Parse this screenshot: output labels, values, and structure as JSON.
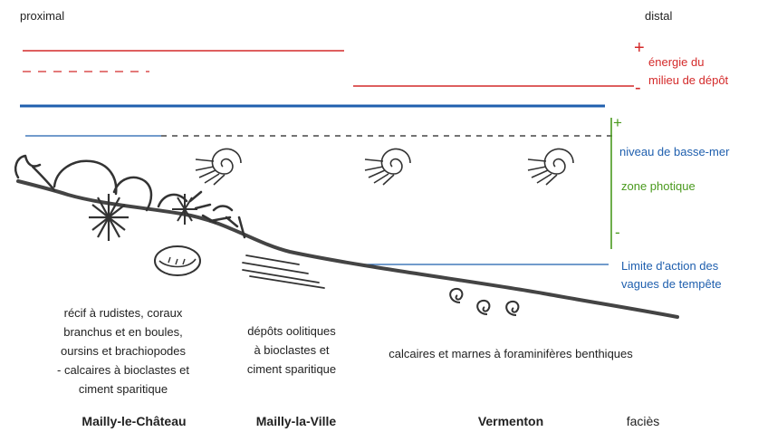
{
  "orientation": {
    "proximal": "proximal",
    "distal": "distal"
  },
  "energy": {
    "plus": "+",
    "minus": "-",
    "label_line1": "énergie du",
    "label_line2": "milieu de dépôt"
  },
  "levels": {
    "low_sea_level": "niveau de basse-mer",
    "photic_zone": "zone photique",
    "photic_plus": "+",
    "photic_minus": "-",
    "storm_limit_line1": "Limite d'action des",
    "storm_limit_line2": "vagues de tempête"
  },
  "facies": {
    "reef": [
      "récif à rudistes, coraux",
      "branchus et en boules,",
      "oursins et brachiopodes",
      "- calcaires à bioclastes et",
      "ciment sparitique"
    ],
    "oolitic": [
      "dépôts oolitiques",
      "à bioclastes et",
      "ciment sparitique"
    ],
    "marls": "calcaires et marnes à foraminifères benthiques"
  },
  "sites": {
    "site1": "Mailly-le-Château",
    "site2": "Mailly-la-Ville",
    "site3": "Vermenton",
    "facies_label": "faciès"
  },
  "colors": {
    "energy": "#d42a2a",
    "sea": "#1f5fae",
    "photic": "#4a9a1e",
    "text": "#222222",
    "line": "#444444"
  },
  "icons": [
    "ammonite-icon",
    "coral-icon",
    "sea-urchin-icon",
    "oolite-icon",
    "foraminifera-icon"
  ]
}
